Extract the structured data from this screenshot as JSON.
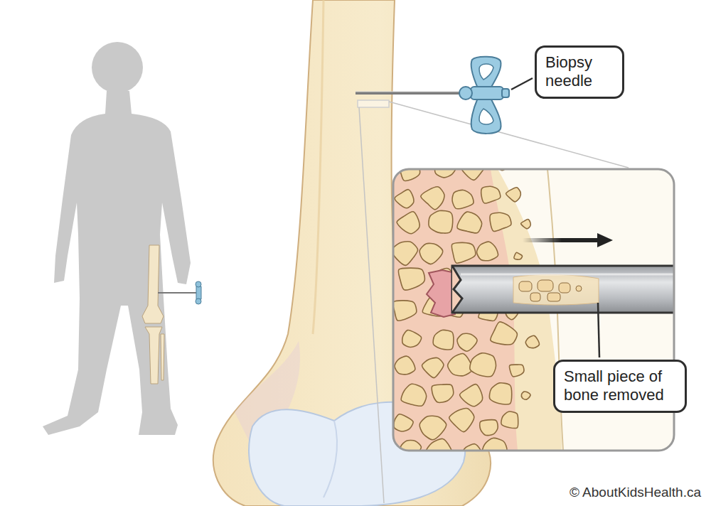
{
  "diagram": {
    "nodes": [
      {
        "text": [
          "Biopsy needle"
        ]
      },
      {
        "text": [
          "Small piece of bone removed"
        ]
      }
    ],
    "labels": [
      "© AboutKidsHealth.ca"
    ]
  }
}
